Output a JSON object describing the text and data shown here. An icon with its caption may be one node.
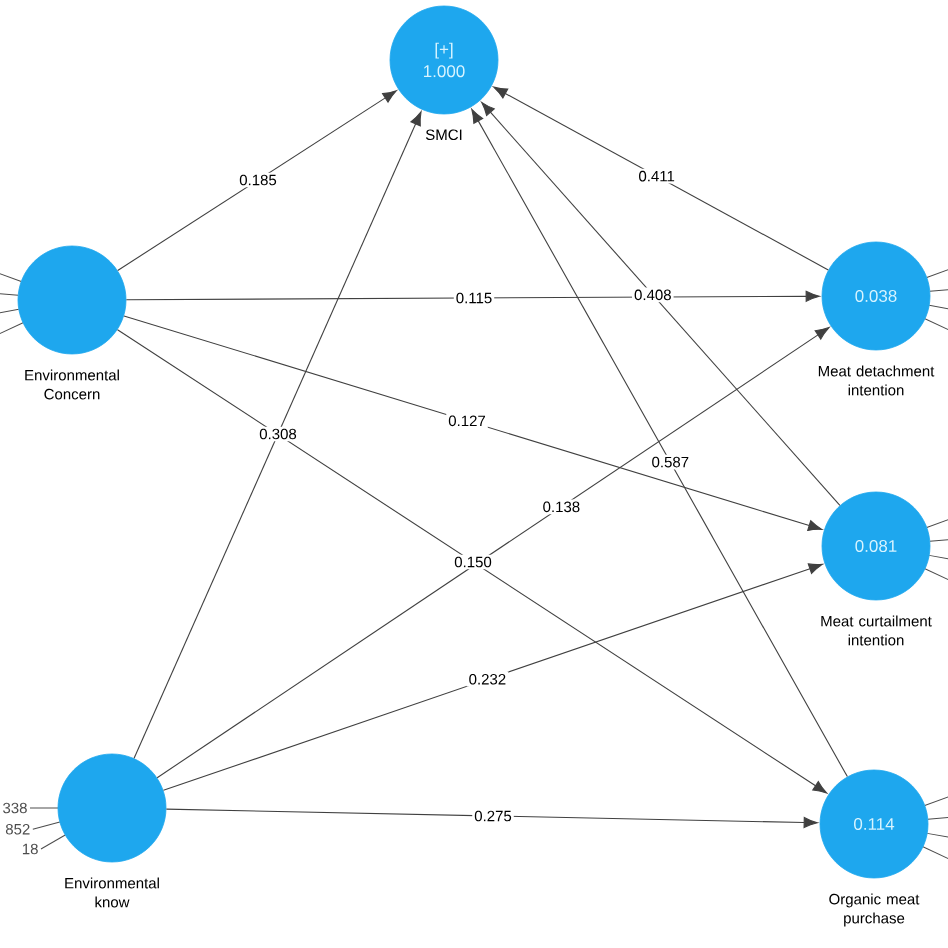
{
  "diagram": {
    "nodes": [
      {
        "text": [
          "[+]",
          "1.000",
          "SMCI"
        ]
      },
      {
        "text": [
          "Environmental Concern"
        ]
      },
      {
        "text": [
          "0.038",
          "Meat detachment intention"
        ]
      },
      {
        "text": [
          "0.081",
          "Meat curtailment intention"
        ]
      },
      {
        "text": [
          "Environmental know"
        ]
      },
      {
        "text": [
          "0.114",
          "Organic meat purchase"
        ]
      }
    ],
    "edges": [
      {
        "from": 1,
        "to": 0,
        "arrow": "to",
        "label": "0.185"
      },
      {
        "from": 1,
        "to": 2,
        "arrow": "to",
        "label": "0.115"
      },
      {
        "from": 1,
        "to": 3,
        "arrow": "to",
        "label": "0.127"
      },
      {
        "from": 1,
        "to": 5,
        "arrow": "to",
        "label": "0.150"
      },
      {
        "from": 4,
        "to": 0,
        "arrow": "to",
        "label": "0.308"
      },
      {
        "from": 4,
        "to": 2,
        "arrow": "to",
        "label": "0.138"
      },
      {
        "from": 4,
        "to": 3,
        "arrow": "to",
        "label": "0.232"
      },
      {
        "from": 4,
        "to": 5,
        "arrow": "to",
        "label": "0.275"
      },
      {
        "from": 2,
        "to": 0,
        "arrow": "to",
        "label": "0.411"
      },
      {
        "from": 3,
        "to": 0,
        "arrow": "to",
        "label": "0.408"
      },
      {
        "from": 5,
        "to": 0,
        "arrow": "to",
        "label": "0.587"
      }
    ],
    "labels": [
      "338",
      "852",
      "18"
    ]
  }
}
